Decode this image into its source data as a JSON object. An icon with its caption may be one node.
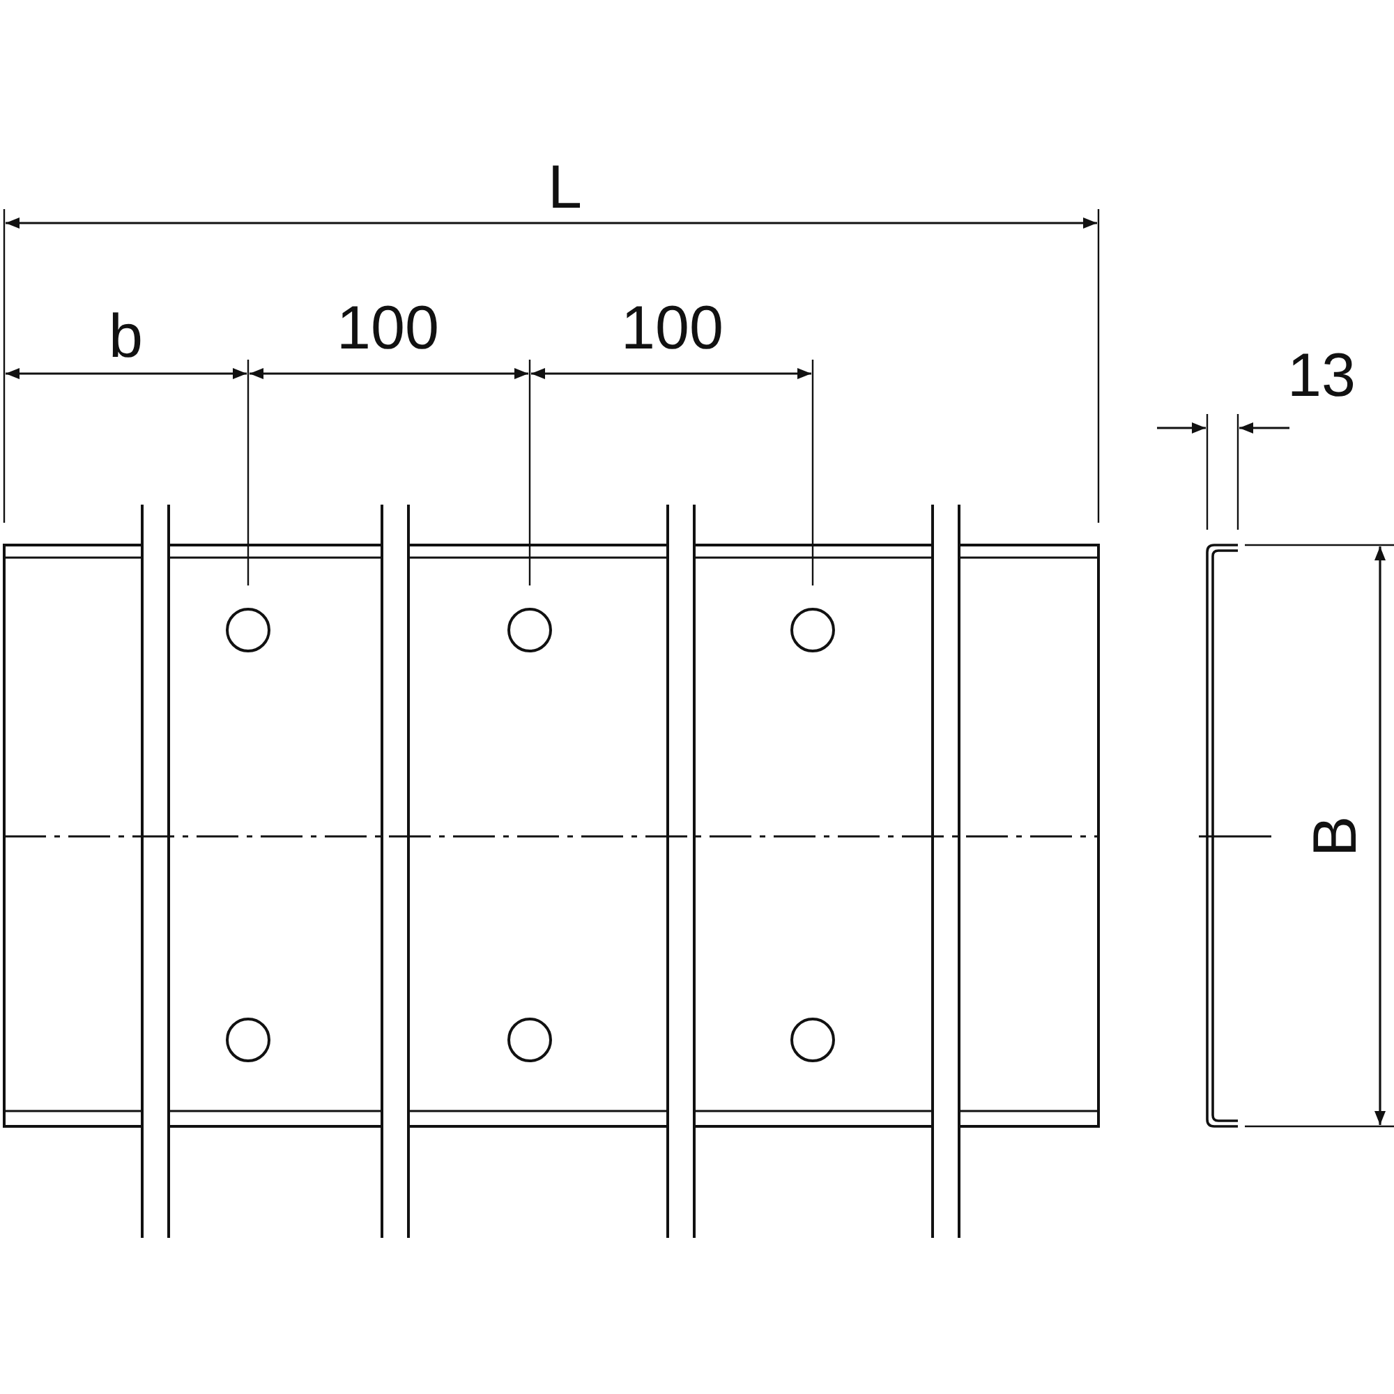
{
  "diagram": {
    "labels": [
      "L",
      "b",
      "100",
      "100",
      "13",
      "B"
    ]
  }
}
